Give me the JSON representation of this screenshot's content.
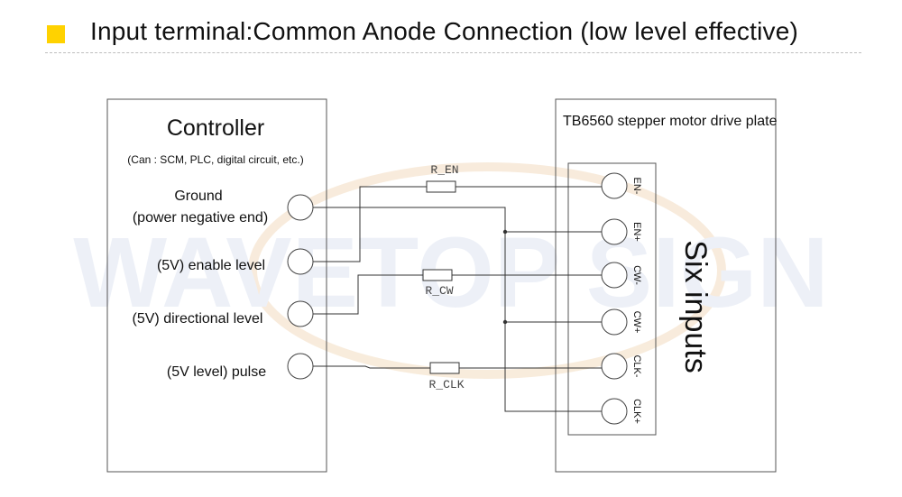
{
  "header": {
    "title": "Input terminal:Common Anode Connection (low level effective)"
  },
  "watermark": {
    "text": "WAVETOP SIGN"
  },
  "controller": {
    "title": "Controller",
    "subtitle": "(Can : SCM, PLC, digital circuit, etc.)",
    "ports": [
      {
        "line1": "Ground",
        "line2": "(power negative end)"
      },
      {
        "line1": "(5V) enable level",
        "line2": ""
      },
      {
        "line1": "(5V) directional level",
        "line2": ""
      },
      {
        "line1": "(5V level) pulse",
        "line2": ""
      }
    ]
  },
  "resistors": {
    "en": "R_EN",
    "cw": "R_CW",
    "clk": "R_CLK"
  },
  "driver": {
    "title": "TB6560 stepper motor drive plate",
    "inputs_label": "Six inputs",
    "terminals": [
      "EN-",
      "EN+",
      "CW-",
      "CW+",
      "CLK-",
      "CLK+"
    ]
  },
  "colors": {
    "accent": "#ffd200",
    "line": "#333333",
    "watermark": "#cdd6ea"
  }
}
